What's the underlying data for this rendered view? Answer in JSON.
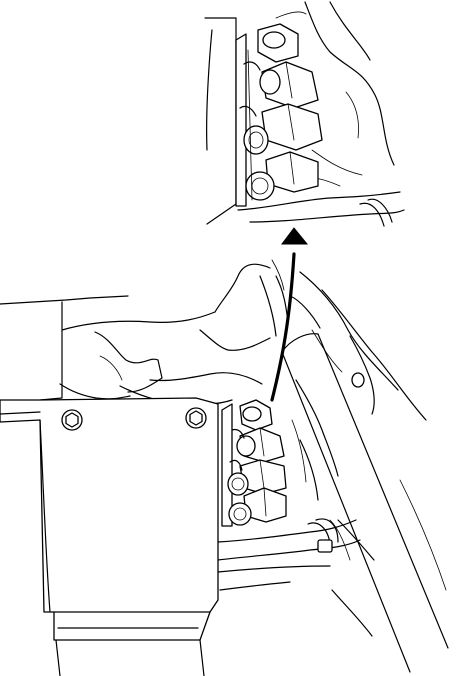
{
  "figure": {
    "colors": {
      "line": "#000000",
      "background": "#ffffff"
    },
    "parts": [
      "detail-inset-engine-block",
      "detail-inset-fuel-injector-bolts",
      "callout-arrow",
      "engine-block",
      "cover-plate",
      "fuel-injector-bolts",
      "tie-rod-tube",
      "cable-tie"
    ]
  }
}
